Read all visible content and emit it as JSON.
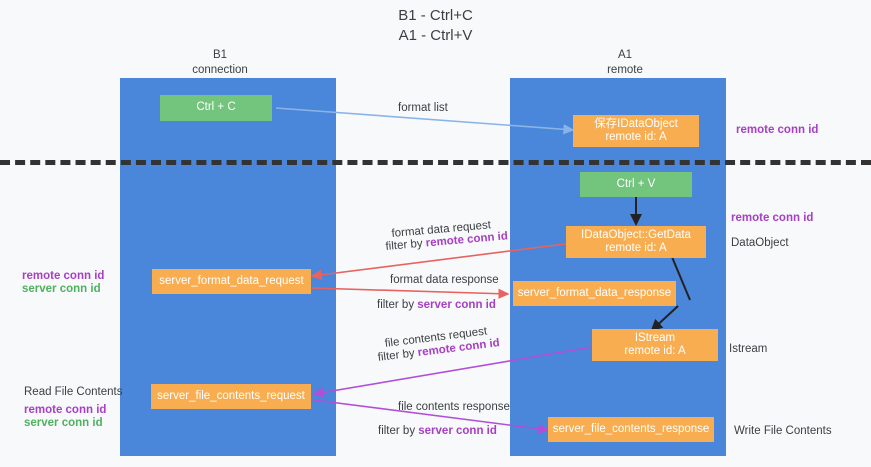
{
  "title": {
    "line1": "B1 - Ctrl+C",
    "line2": "A1 - Ctrl+V"
  },
  "lanes": [
    {
      "name": "b1",
      "title": "B1",
      "subtitle": "connection"
    },
    {
      "name": "a1",
      "title": "A1",
      "subtitle": "remote"
    }
  ],
  "nodes": {
    "ctrl_c": {
      "line1": "Ctrl + C",
      "line2": ""
    },
    "idataobject": {
      "line1": "保存IDataObject",
      "line2": "remote id: A"
    },
    "ctrl_v": {
      "line1": "Ctrl + V",
      "line2": ""
    },
    "getdata": {
      "line1": "IDataObject::GetData",
      "line2": "remote id: A"
    },
    "server_format_request": {
      "line1": "server_format_data_request",
      "line2": ""
    },
    "server_format_response": {
      "line1": "server_format_data_response",
      "line2": ""
    },
    "istream": {
      "line1": "IStream",
      "line2": "remote id: A"
    },
    "server_file_request": {
      "line1": "server_file_contents_request",
      "line2": ""
    },
    "server_file_response": {
      "line1": "server_file_contents_response",
      "line2": ""
    }
  },
  "edge_labels": {
    "format_list": "format list",
    "format_data_request": "format data request",
    "format_data_request_filter_prefix": "filter by ",
    "format_data_request_filter_key": "remote conn id",
    "format_data_response": "format data response",
    "format_data_response_filter_prefix": "filter by ",
    "format_data_response_filter_key": "server conn id",
    "file_contents_request": "file contents request",
    "file_contents_request_filter_prefix": "filter by ",
    "file_contents_request_filter_key": "remote conn id",
    "file_contents_response": "file contents response",
    "file_contents_response_filter_prefix": "filter by ",
    "file_contents_response_filter_key": "server conn id"
  },
  "annotations": {
    "right_remote_conn_id_top": "remote conn id",
    "right_remote_conn_id_mid": "remote conn id",
    "right_dataobject": "DataObject",
    "right_istream": "Istream",
    "right_write_file_contents": "Write File Contents",
    "left_remote_conn_id_mid": "remote conn id",
    "left_server_conn_id_mid": "server conn id",
    "left_read_file_contents": "Read File Contents",
    "left_remote_conn_id_bottom": "remote conn id",
    "left_server_conn_id_bottom": "server conn id"
  },
  "colors": {
    "lane": "#4a86d9",
    "node_orange": "#f9ad51",
    "node_green": "#73c47c",
    "accent_purple": "#a73fc4",
    "accent_green": "#4fb060",
    "arrow_blue": "#8ab4e8",
    "arrow_red": "#e8635f",
    "arrow_magenta": "#b14fd8",
    "arrow_black": "#222222",
    "divider": "#333333",
    "background": "#f8f9fa"
  }
}
